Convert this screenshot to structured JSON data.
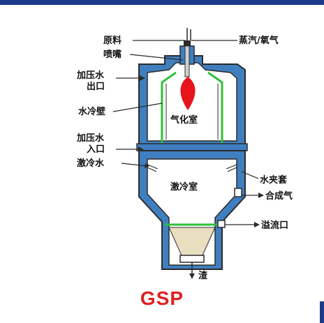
{
  "colors": {
    "top_bar": "#1a3a8a",
    "jacket": "#3f7fc0",
    "wall_line": "#2b2b2b",
    "water_wall": "#2fbf3a",
    "flame": "#e8141b",
    "slag": "#e9dfc0",
    "title": "#e02020"
  },
  "labels": {
    "feed": "原料",
    "steam_oxygen": "蒸汽/氧气",
    "nozzle": "喷嘴",
    "pressurized_water_outlet_l1": "加压水",
    "pressurized_water_outlet_l2": "出口",
    "water_cooled_wall": "水冷壁",
    "gasification_chamber": "气化室",
    "pressurized_water_inlet_l1": "加压水",
    "pressurized_water_inlet_l2": "入口",
    "quench_water": "激冷水",
    "water_jacket": "水夹套",
    "quench_chamber": "激冷室",
    "syngas": "合成气",
    "overflow": "溢流口",
    "slag": "渣"
  },
  "title": "GSP"
}
